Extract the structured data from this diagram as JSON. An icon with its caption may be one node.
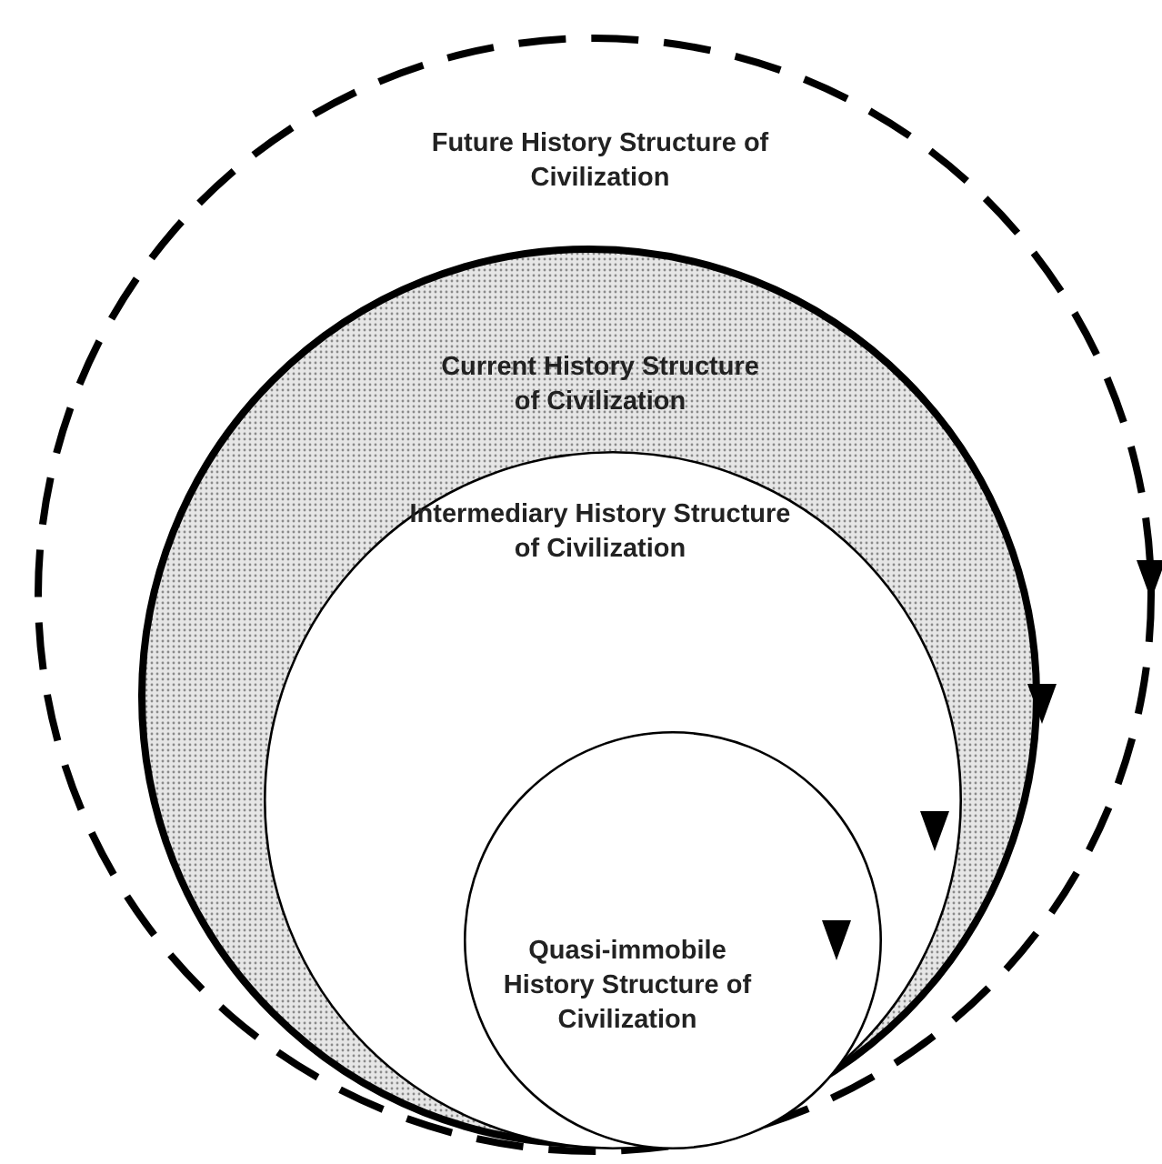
{
  "diagram": {
    "nodes": [
      {
        "text": [
          "Future History Structure of Civilization"
        ]
      },
      {
        "text": [
          "Current History Structure of Civilization"
        ],
        "in": 0
      },
      {
        "text": [
          "Intermediary History Structure of Civilization"
        ],
        "in": 1
      },
      {
        "text": [
          "Quasi-immobile History Structure of Civilization"
        ],
        "in": 2
      }
    ]
  }
}
